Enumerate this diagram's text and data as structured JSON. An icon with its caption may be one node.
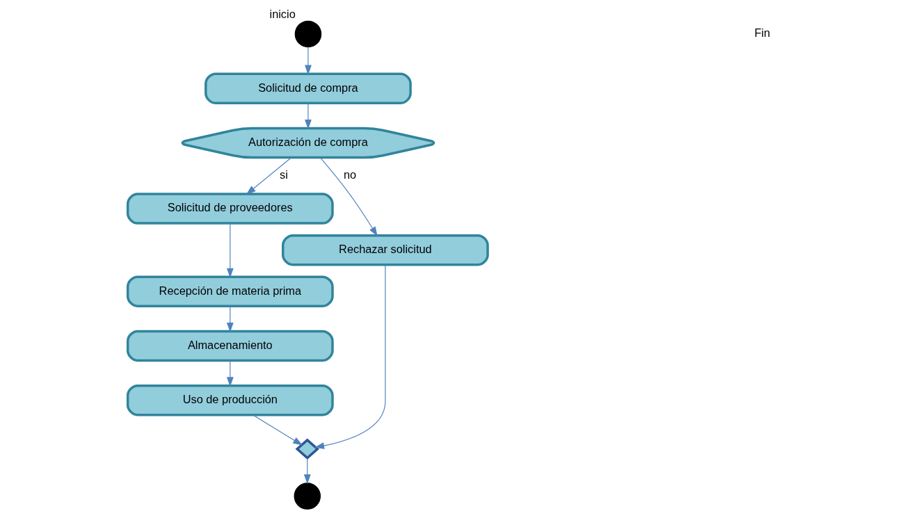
{
  "diagram": {
    "nodes": [
      {
        "text": [],
        "shape": "circle",
        "beside": [
          "inicio"
        ]
      },
      {
        "text": [
          "Solicitud de compra"
        ]
      },
      {
        "text": [
          "Autorización de compra"
        ]
      },
      {
        "text": [
          "Solicitud de proveedores"
        ]
      },
      {
        "text": [
          "Recepción de materia prima"
        ]
      },
      {
        "text": [
          "Almacenamiento"
        ]
      },
      {
        "text": [
          "Uso de producción"
        ]
      },
      {
        "text": [
          "Rechazar solicitud"
        ]
      },
      {
        "text": [],
        "shape": "diamond"
      },
      {
        "text": [],
        "shape": "circle"
      }
    ],
    "edges": [
      {
        "from": 0,
        "to": 1,
        "arrow": "to"
      },
      {
        "from": 1,
        "to": 2,
        "arrow": "to"
      },
      {
        "from": 2,
        "to": 3,
        "arrow": "to",
        "label": "si"
      },
      {
        "from": 2,
        "to": 7,
        "arrow": "to",
        "label": "no"
      },
      {
        "from": 3,
        "to": 4,
        "arrow": "to"
      },
      {
        "from": 4,
        "to": 5,
        "arrow": "to"
      },
      {
        "from": 5,
        "to": 6,
        "arrow": "to"
      },
      {
        "from": 6,
        "to": 8,
        "arrow": "to"
      },
      {
        "from": 7,
        "to": 8,
        "arrow": "to"
      },
      {
        "from": 8,
        "to": 9,
        "arrow": "to"
      }
    ],
    "labels": [
      "Fin"
    ]
  }
}
